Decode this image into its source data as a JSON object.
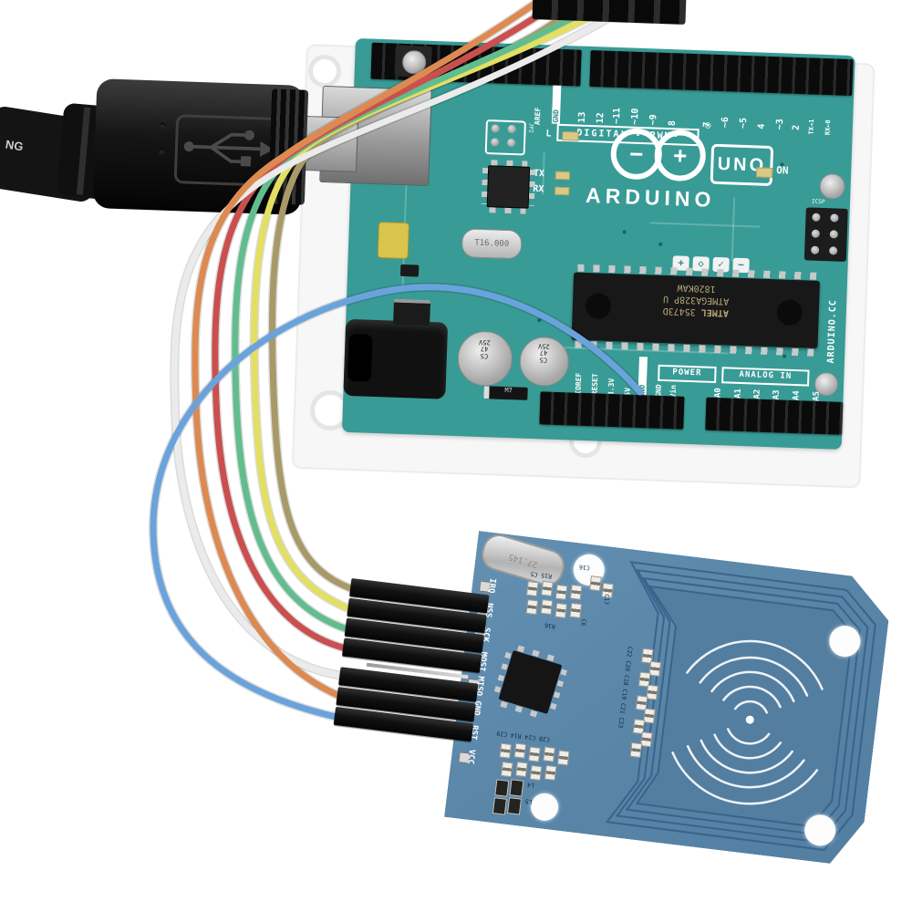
{
  "colors": {
    "arduino_teal": "#389b96",
    "rfid_blue": "#5a86a8",
    "silkscreen": "#ffffff"
  },
  "usb_cable": {
    "print": "NG"
  },
  "arduino": {
    "brand": "ARDUINO",
    "model": "UNO",
    "registered": "®",
    "website": "ARDUINO.CC",
    "labels": {
      "on": "ON",
      "l": "L",
      "tx": "TX",
      "rx": "RX",
      "aref": "AREF",
      "gnd_top": "GND",
      "digital": "DIGITAL - PWM~",
      "power": "POWER",
      "analog": "ANALOG IN",
      "icsp": "ICSP",
      "jp2": "JP2",
      "diode": "M7"
    },
    "digital_pins": [
      "13",
      "12",
      "~11",
      "~10",
      "~9",
      "8",
      "7",
      "~6",
      "~5",
      "4",
      "~3",
      "2",
      "TX→1",
      "RX←0"
    ],
    "power_pins": [
      "IOREF",
      "RESET",
      "3.3V",
      "5V",
      "GND",
      "GND",
      "Vin"
    ],
    "analog_pins": [
      "A0",
      "A1",
      "A2",
      "A3",
      "A4",
      "A5"
    ],
    "crystal": "T16.000",
    "mcu": {
      "brand": "ATMEL",
      "batch": "35473D",
      "part": "ATMEGA328P U",
      "lot": "1820KAW"
    },
    "capacitor": {
      "l1": "CS",
      "l2": "47",
      "l3": "25V"
    },
    "check_icons": [
      "+",
      "◇",
      "✓",
      "−"
    ]
  },
  "rfid": {
    "pins": [
      "IRQ",
      "NSS",
      "SCK",
      "MOSI",
      "MISO",
      "GND",
      "RST",
      "VCC"
    ],
    "crystal": "27.145",
    "refs": {
      "c16": "C16",
      "c17": "C17",
      "r15c5": "R15 C5",
      "r16": "R16",
      "c6": "C6",
      "row_bottom": "C28 C24 R14 C29",
      "column_mid": "C22 C20 C18 C19 C21 C23",
      "l4": "L4",
      "l5": "L5"
    }
  },
  "wires": [
    {
      "name": "jumper-khaki",
      "color": "#a89a68"
    },
    {
      "name": "jumper-yellow",
      "color": "#e3df63"
    },
    {
      "name": "jumper-green",
      "color": "#62bd8e"
    },
    {
      "name": "jumper-red",
      "color": "#c9504f"
    },
    {
      "name": "jumper-white",
      "color": "#ebebeb"
    },
    {
      "name": "jumper-orange",
      "color": "#dc8a52"
    },
    {
      "name": "jumper-blue",
      "color": "#6aa3dc"
    }
  ]
}
